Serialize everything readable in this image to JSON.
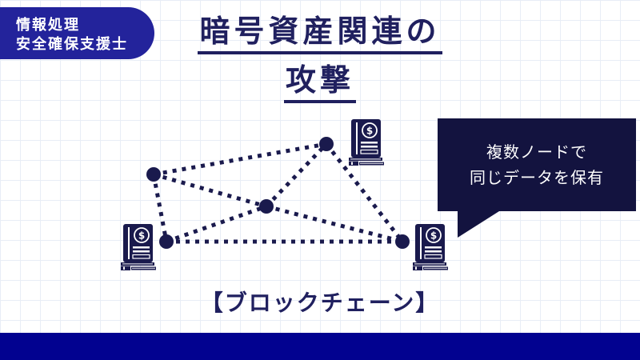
{
  "badge": {
    "line1": "情報処理",
    "line2": "安全確保支援士"
  },
  "title": {
    "line1": "暗号資産関連の",
    "line2": "攻撃"
  },
  "diagram": {
    "description": "blockchain-network",
    "node_count": 5,
    "ledger_symbol": "$"
  },
  "speech_bubble": {
    "line1": "複数ノードで",
    "line2": "同じデータを保有"
  },
  "caption": "【ブロックチェーン】",
  "colors": {
    "badge_blue": "#23239b",
    "bottom_bar_blue": "#020290",
    "title_navy": "#20205f",
    "diagram_navy": "#1a1a4d",
    "bubble_navy": "#13133f",
    "grid_line": "#e8edf6",
    "background": "#ffffff"
  }
}
